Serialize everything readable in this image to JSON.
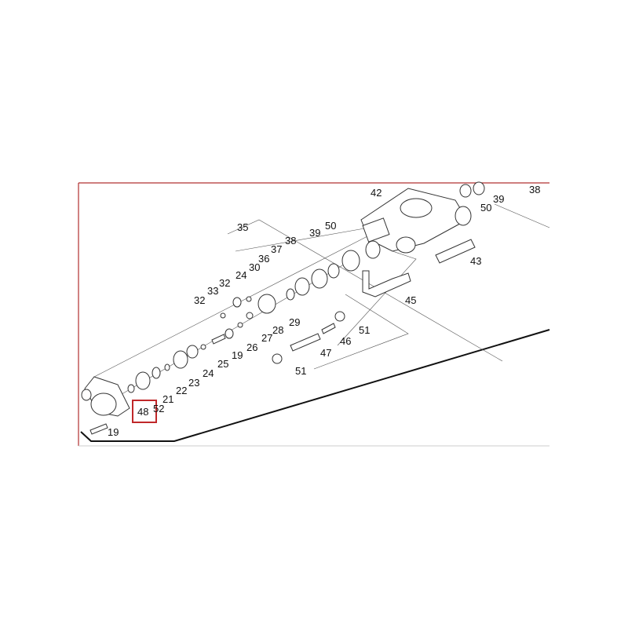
{
  "diagram": {
    "type": "exploded parts diagram",
    "frame_color": "#b03030",
    "highlight_color": "#c0282a",
    "highlighted_label": "48",
    "part_labels": [
      "42",
      "38",
      "39",
      "50",
      "35",
      "38",
      "39",
      "50",
      "37",
      "36",
      "30",
      "24",
      "32",
      "33",
      "32",
      "43",
      "45",
      "29",
      "28",
      "27",
      "26",
      "51",
      "46",
      "19",
      "47",
      "25",
      "24",
      "23",
      "51",
      "22",
      "21",
      "52",
      "48",
      "19"
    ]
  }
}
